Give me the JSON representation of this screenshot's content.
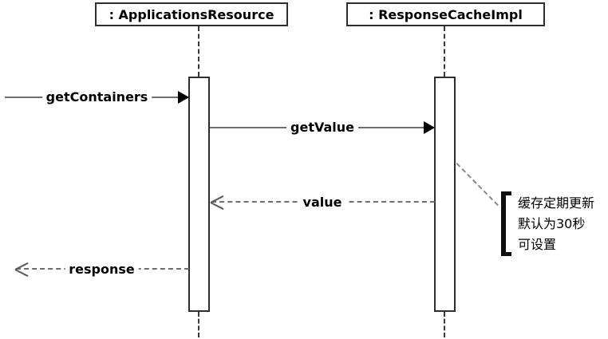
{
  "diagram": {
    "type": "uml-sequence-diagram",
    "lifelines": [
      {
        "name": ": ApplicationsResource"
      },
      {
        "name": ": ResponseCacheImpl"
      }
    ],
    "messages": [
      {
        "label": "getContainers",
        "style": "solid",
        "arrow": "filled",
        "direction": "right",
        "from": "external",
        "to": ": ApplicationsResource"
      },
      {
        "label": "getValue",
        "style": "solid",
        "arrow": "filled",
        "direction": "right",
        "from": ": ApplicationsResource",
        "to": ": ResponseCacheImpl"
      },
      {
        "label": "value",
        "style": "dashed",
        "arrow": "open",
        "direction": "left",
        "from": ": ResponseCacheImpl",
        "to": ": ApplicationsResource"
      },
      {
        "label": "response",
        "style": "dashed",
        "arrow": "open",
        "direction": "left",
        "from": ": ApplicationsResource",
        "to": "external"
      }
    ],
    "annotation": {
      "attached_to": ": ResponseCacheImpl",
      "lines": [
        "缓存定期更新",
        "默认为30秒",
        "可设置"
      ]
    },
    "colors": {
      "background": "#ffffff",
      "border": "#2e2e2e",
      "message_line": "#6e6e6e",
      "text": "#000000"
    }
  }
}
